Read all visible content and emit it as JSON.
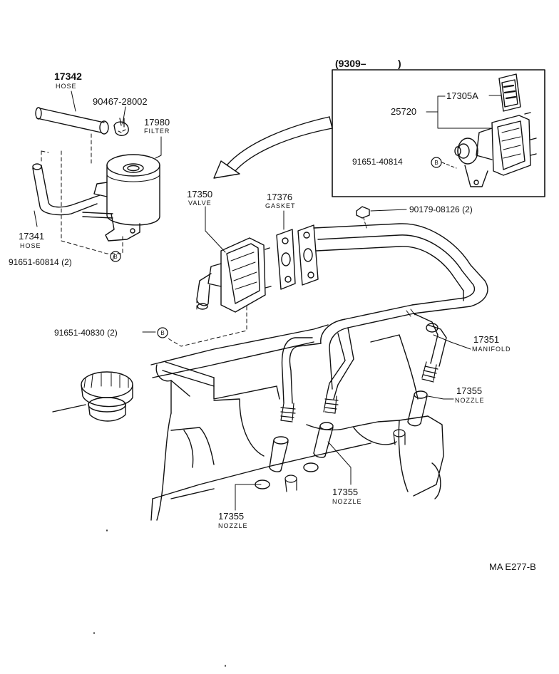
{
  "inset": {
    "header": "(9309–",
    "header_close": ")"
  },
  "callouts": [
    {
      "id": "17342",
      "number": "17342",
      "name": "HOSE"
    },
    {
      "id": "90467",
      "number": "90467-28002",
      "name": ""
    },
    {
      "id": "17980",
      "number": "17980",
      "name": "FILTER"
    },
    {
      "id": "17341",
      "number": "17341",
      "name": "HOSE"
    },
    {
      "id": "91651-60814",
      "number": "91651-60814 (2)",
      "name": ""
    },
    {
      "id": "17350",
      "number": "17350",
      "name": "VALVE"
    },
    {
      "id": "17376",
      "number": "17376",
      "name": "GASKET"
    },
    {
      "id": "90179",
      "number": "90179-08126 (2)",
      "name": ""
    },
    {
      "id": "91651-40830",
      "number": "91651-40830 (2)",
      "name": ""
    },
    {
      "id": "17351",
      "number": "17351",
      "name": "MANIFOLD"
    },
    {
      "id": "17355a",
      "number": "17355",
      "name": "NOZZLE"
    },
    {
      "id": "17355b",
      "number": "17355",
      "name": "NOZZLE"
    },
    {
      "id": "17355c",
      "number": "17355",
      "name": "NOZZLE"
    },
    {
      "id": "17305A",
      "number": "17305A",
      "name": ""
    },
    {
      "id": "25720",
      "number": "25720",
      "name": ""
    },
    {
      "id": "91651-40814",
      "number": "91651-40814",
      "name": ""
    }
  ],
  "b_marker": "B",
  "figure_code": "MA E277-B",
  "colors": {
    "line": "#111111",
    "background": "#ffffff"
  }
}
